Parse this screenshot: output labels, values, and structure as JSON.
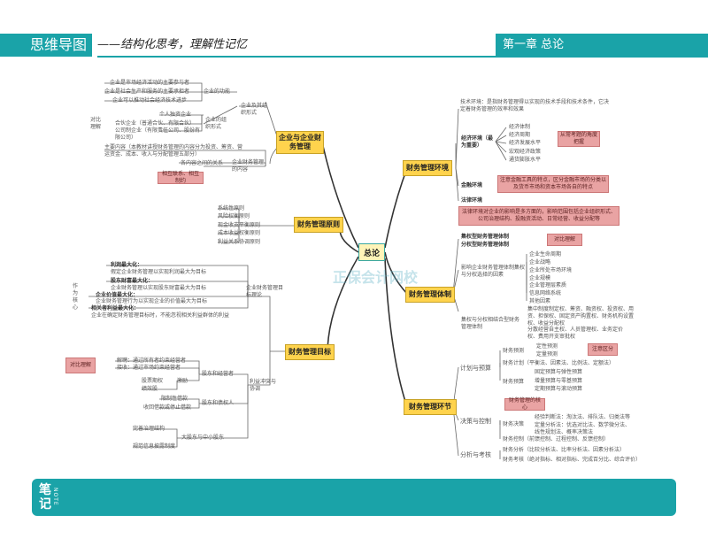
{
  "header": {
    "section": "思维导图",
    "slogan": "——结构化思考，理解性记忆",
    "chapter": "第一章 总论"
  },
  "center": "总论",
  "watermark": "正保会计网校",
  "left": {
    "enterprise": {
      "title": "企业与企业财务管理",
      "function_label": "企业的功能",
      "functions": [
        "企业是市场经济活动的主要参与者",
        "企业是社会生产和服务的主要承担者",
        "企业可以推动社会经济技术进步"
      ],
      "forms_label": "企业及其组织形式",
      "forms_sub_label": "企业的组织形式",
      "compare_label": "对比理解",
      "forms": [
        "个人独资企业",
        "合伙企业（普通合伙、有限合伙）",
        "公司制企业（有限责任公司、股份有限公司）"
      ],
      "content_label": "企业财务管理的内容",
      "content_main": "主要内容（本教材讲授财务管理的内容分为投资、筹资、营运资金、成本、收入与分配管理五部分）",
      "content_rel": "各内容之间的关系",
      "content_note": "相互联系、相互制约"
    },
    "principles": {
      "title": "财务管理原则",
      "items": [
        "系统性原则",
        "风险权衡原则",
        "现金收支平衡原则",
        "成本收益权衡原则",
        "利益关系协调原则"
      ]
    },
    "goals": {
      "title": "财务管理目标",
      "theory_label": "企业财务管理目标理论",
      "compare_label": "作为核心",
      "theories": [
        {
          "name": "利润最大化：",
          "desc": "假定企业财务管理以实现利润最大为目标"
        },
        {
          "name": "股东财富最大化：",
          "desc": "企业财务管理以实现股东财富最大为目标"
        },
        {
          "name": "企业价值最大化：",
          "desc": "企业财务管理行为以实现企业的价值最大为目标"
        },
        {
          "name": "相关者利益最大化：",
          "desc": "企业在确定财务管理目标时，不能忽视相关利益群体的利益"
        }
      ],
      "conflict_label": "利益冲突与协调",
      "owner_label": "股东和经营者",
      "owner_note": "对比理解",
      "owner_items": [
        "解聘：通过所有者约束经营者",
        "接收：通过市场约束经营者",
        "股票期权",
        "绩效股"
      ],
      "owner_sub": "激励",
      "creditor_label": "股东和债权人",
      "creditor_items": [
        "限制性借款",
        "收回借款或停止借款"
      ],
      "minor_label": "大股东与中小股东",
      "minor_items": [
        "完善治理结构",
        "规范信息披露制度"
      ]
    }
  },
  "right": {
    "environment": {
      "title": "财务管理环境",
      "tech": "技术环境：是指财务管理得以实现的技术手段和技术条件，它决定着财务管理的效率和效果",
      "econ_label": "经济环境（最为重要）",
      "econ_items": [
        "经济体制",
        "经济周期",
        "经济发展水平",
        "宏观经济政策",
        "通货膨胀水平"
      ],
      "econ_note": "从常考题的角度把握",
      "finance_label": "金融环境",
      "finance_note": "注意金融工具的特点，区分金融市场的分类以及货币市场和资本市场各自的特点",
      "law_label": "法律环境",
      "law_note": "法律环境对企业的影响是多方面的，影响范围包括企业组织形式、公司治理结构、投融资活动、日常经营、收益分配等"
    },
    "system": {
      "title": "财务管理体制",
      "central": "集权型财务管理体制",
      "decentral": "分权型财务管理体制",
      "compare": "对比理解",
      "factors_label": "影响企业财务管理体制集权与分权选择的因素",
      "factors": [
        "企业生命周期",
        "企业战略",
        "企业所处市场环境",
        "企业规模",
        "企业管理层素质",
        "信息网络系统",
        "其他因素"
      ],
      "mixed_label": "集权与分权相结合型财务管理体制",
      "mixed_items": [
        "集中制度制定权、筹资、融资权、投资权、用资、担保权、固定资产购置权、财务机构设置权、收益分配权",
        "分散经营自主权、人员管理权、业务定价权、费用开支审批权"
      ]
    },
    "cycle": {
      "title": "财务管理环节",
      "plan_label": "计划与预算",
      "forecast": "财务预测",
      "forecast_items": [
        "定性预测",
        "定量预测"
      ],
      "forecast_note": "注意区分",
      "planning": "财务计划（平衡法、因素法、比例法、定额法）",
      "budget": "财务预算",
      "budget_items": [
        "固定预算与弹性预算",
        "增量预算与零基预算",
        "定期预算与滚动预算"
      ],
      "decision_label": "决策与控制",
      "decision_core": "财务管理的核心",
      "decision": "财务决策",
      "decision_items": [
        "经验判断法：淘汰法、排队法、归类法等",
        "定量分析法：优选对比法、数学微分法、线性规划法、概率决策法"
      ],
      "control": "财务控制（前馈控制、过程控制、反馈控制）",
      "analysis_label": "分析与考核",
      "analysis": "财务分析（比较分析法、比率分析法、因素分析法）",
      "assessment": "财务考核（绝对指标、相对指标、完成百分比、综合评价）"
    }
  },
  "notes": {
    "title": "笔记",
    "sub": "NOTE"
  }
}
